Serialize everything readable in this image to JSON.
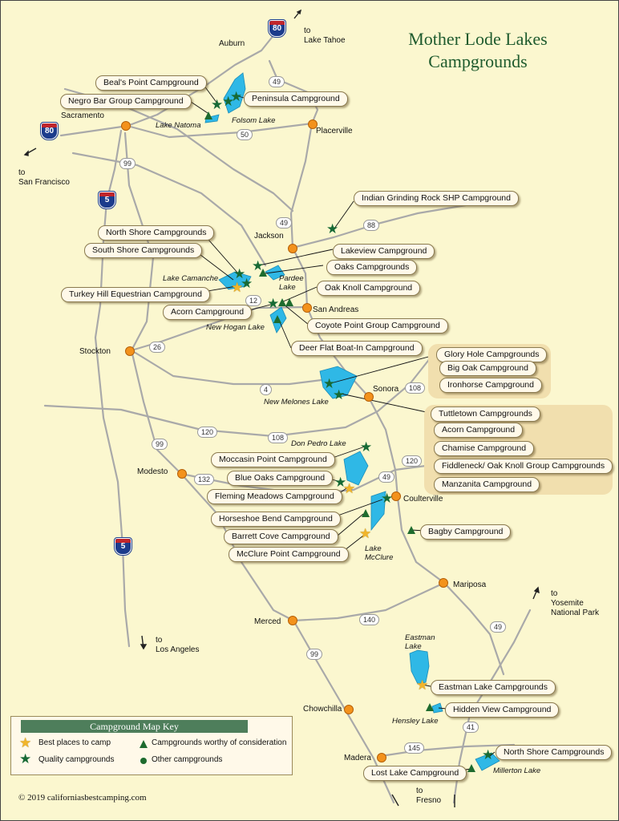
{
  "title": {
    "line1": "Mother Lode Lakes",
    "line2": "Campgrounds"
  },
  "highways": {
    "i80_top": "80",
    "i80_left": "80",
    "i5_top": "5",
    "i5_bottom": "5",
    "r49a": "49",
    "r50": "50",
    "r99a": "99",
    "r49b": "49",
    "r88": "88",
    "r12": "12",
    "r26": "26",
    "r4": "4",
    "r108a": "108",
    "r120a": "120",
    "r108b": "108",
    "r99b": "99",
    "r132": "132",
    "r49c": "49",
    "r120b": "120",
    "r140": "140",
    "r49d": "49",
    "r99c": "99",
    "r41": "41",
    "r145": "145"
  },
  "cities": {
    "auburn": "Auburn",
    "sacramento": "Sacramento",
    "placerville": "Placerville",
    "jackson": "Jackson",
    "san_andreas": "San Andreas",
    "stockton": "Stockton",
    "sonora": "Sonora",
    "modesto": "Modesto",
    "coulterville": "Coulterville",
    "mariposa": "Mariposa",
    "merced": "Merced",
    "chowchilla": "Chowchilla",
    "madera": "Madera"
  },
  "directions": {
    "tahoe_to": "to",
    "tahoe_dest": "Lake Tahoe",
    "sf_to": "to",
    "sf_dest": "San Francisco",
    "la_to": "to",
    "la_dest": "Los Angeles",
    "yos_to": "to",
    "yos_dest1": "Yosemite",
    "yos_dest2": "National Park",
    "fresno_to": "to",
    "fresno_dest": "Fresno"
  },
  "lakes": {
    "natoma": "Lake Natoma",
    "folsom": "Folsom Lake",
    "camanche": "Lake Camanche",
    "pardee1": "Pardee",
    "pardee2": "Lake",
    "new_hogan": "New Hogan Lake",
    "new_melones": "New Melones Lake",
    "don_pedro": "Don Pedro Lake",
    "mcclure1": "Lake",
    "mcclure2": "McClure",
    "eastman1": "Eastman",
    "eastman2": "Lake",
    "hensley": "Hensley Lake",
    "millerton": "Millerton Lake"
  },
  "campgrounds": {
    "beals_point": "Beal's Point Campground",
    "negro_bar": "Negro Bar Group Campground",
    "peninsula": "Peninsula Campground",
    "indian_grinding": "Indian Grinding Rock SHP Campground",
    "north_shore_camanche": "North Shore Campgrounds",
    "south_shore": "South Shore Campgrounds",
    "lakeview": "Lakeview Campground",
    "oaks": "Oaks Campgrounds",
    "turkey_hill": "Turkey Hill Equestrian Campground",
    "oak_knoll": "Oak Knoll Campground",
    "acorn_hogan": "Acorn Campground",
    "coyote_point": "Coyote Point Group Campground",
    "deer_flat": "Deer Flat Boat-In Campground",
    "glory_hole": "Glory Hole Campgrounds",
    "big_oak": "Big Oak Campground",
    "ironhorse": "Ironhorse Campground",
    "tuttletown": "Tuttletown Campgrounds",
    "acorn_tuttle": "Acorn Campground",
    "chamise": "Chamise Campground",
    "fiddleneck": "Fiddleneck/ Oak Knoll Group Campgrounds",
    "manzanita": "Manzanita Campground",
    "moccasin": "Moccasin Point Campground",
    "blue_oaks": "Blue Oaks Campground",
    "fleming": "Fleming Meadows Campground",
    "horseshoe": "Horseshoe Bend Campground",
    "barrett": "Barrett Cove Campground",
    "mcclure_point": "McClure Point Campground",
    "bagby": "Bagby Campground",
    "eastman": "Eastman Lake  Campgrounds",
    "hidden_view": "Hidden View  Campground",
    "north_shore_millerton": "North Shore Campgrounds",
    "lost_lake": "Lost Lake Campground"
  },
  "key": {
    "title": "Campground Map Key",
    "best": "Best places to camp",
    "quality": "Quality campgrounds",
    "worthy": "Campgrounds worthy of consideration",
    "other": "Other campgrounds"
  },
  "copyright": "2019 californiasbestcamping.com",
  "colors": {
    "background": "#fbf7cf",
    "road": "#a8a8a8",
    "lake": "#2fb8e6",
    "quality": "#176a35",
    "best": "#f1b52a",
    "city": "#f3921c",
    "title": "#1f5b2e",
    "key_header": "#4e7e5b",
    "group_box": "#f1dfae"
  },
  "icons": {
    "quality": "green-star-icon",
    "best": "gold-star-icon",
    "worthy": "green-triangle-icon",
    "other": "green-dot-icon",
    "city": "orange-dot-icon"
  }
}
